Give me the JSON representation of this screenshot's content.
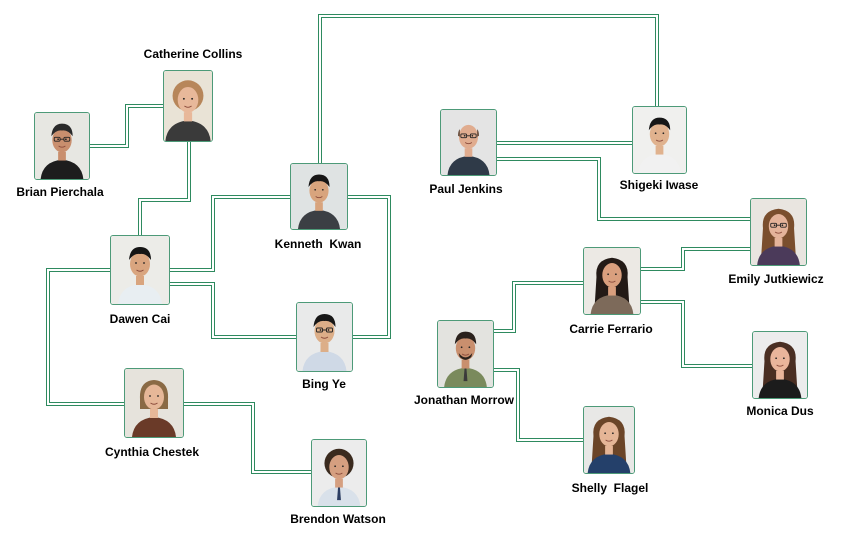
{
  "theme": {
    "connector_outer": "#2e8a5f",
    "connector_inner": "#ffffff",
    "card_border": "#4d9a78"
  },
  "people": [
    {
      "id": "catherine",
      "name": "Catherine Collins",
      "avatar": "portrait-woman-curly-hair"
    },
    {
      "id": "brian",
      "name": "Brian Pierchala",
      "avatar": "portrait-man-glasses-dark"
    },
    {
      "id": "kenneth",
      "name": "Kenneth  Kwan",
      "avatar": "portrait-man-dark-hair"
    },
    {
      "id": "dawen",
      "name": "Dawen Cai",
      "avatar": "portrait-man-smiling"
    },
    {
      "id": "bing",
      "name": "Bing Ye",
      "avatar": "portrait-man-glasses"
    },
    {
      "id": "cynthia",
      "name": "Cynthia Chestek",
      "avatar": "portrait-woman-short-hair"
    },
    {
      "id": "brendon",
      "name": "Brendon Watson",
      "avatar": "portrait-man-tie"
    },
    {
      "id": "paul",
      "name": "Paul Jenkins",
      "avatar": "portrait-man-bald-suit"
    },
    {
      "id": "shigeki",
      "name": "Shigeki Iwase",
      "avatar": "portrait-man-young"
    },
    {
      "id": "emily",
      "name": "Emily Jutkiewicz",
      "avatar": "portrait-woman-long-curly-hair"
    },
    {
      "id": "carrie",
      "name": "Carrie Ferrario",
      "avatar": "portrait-woman-long-dark-hair"
    },
    {
      "id": "jonathan",
      "name": "Jonathan Morrow",
      "avatar": "portrait-man-tie-mustache"
    },
    {
      "id": "monica",
      "name": "Monica Dus",
      "avatar": "portrait-woman-straight-hair"
    },
    {
      "id": "shelly",
      "name": "Shelly  Flagel",
      "avatar": "portrait-woman-curly-brown-hair"
    }
  ]
}
